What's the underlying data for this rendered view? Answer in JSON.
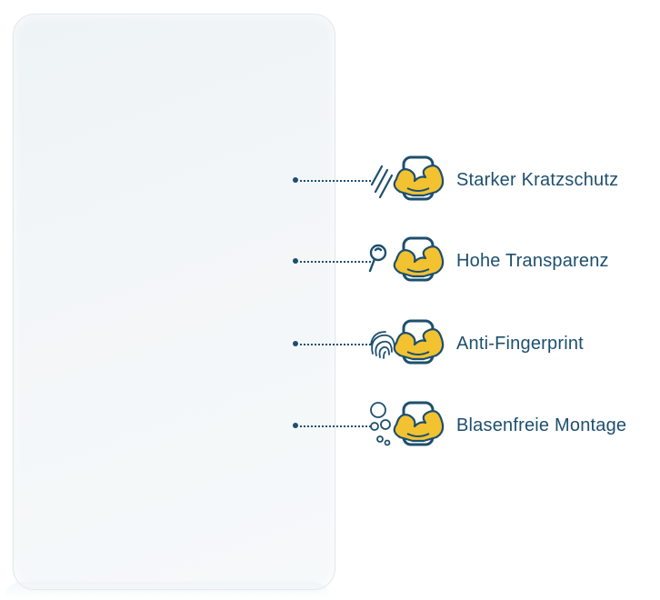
{
  "features": [
    {
      "label": "Starker Kratzschutz",
      "icon": "scratch-lines-icon"
    },
    {
      "label": "Hohe Transparenz",
      "icon": "magnifier-icon"
    },
    {
      "label": "Anti-Fingerprint",
      "icon": "fingerprint-icon"
    },
    {
      "label": "Blasenfreie Montage",
      "icon": "bubbles-icon"
    }
  ],
  "colors": {
    "text": "#1d4f6e",
    "accent": "#f2c230",
    "panel": "#f1f5f7"
  }
}
